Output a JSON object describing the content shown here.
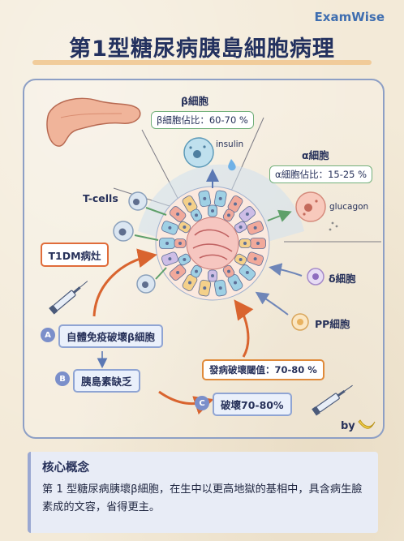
{
  "brand": "ExamWise",
  "title": "第1型糖尿病胰島細胞病理",
  "beta_cell": {
    "label": "β細胞",
    "ratio": "β細胞佔比：60-70 %",
    "product": "insulin"
  },
  "alpha_cell": {
    "label": "α細胞",
    "ratio": "α細胞佔比：15-25 %",
    "product": "glucagon"
  },
  "t_cells": "T-cells",
  "t1dm": "T1DM病灶",
  "delta_cell": "δ細胞",
  "pp_cell": "PP細胞",
  "steps": [
    {
      "badge": "A",
      "label": "自體免疫破壞β細胞"
    },
    {
      "badge": "B",
      "label": "胰島素缺乏"
    },
    {
      "badge": "C",
      "label": "破壞70-80%"
    }
  ],
  "threshold": "發病破壞閾值：70-80 %",
  "by": "by",
  "core": {
    "title": "核心概念",
    "text": "第 1 型糖尿病胰壞β細胞，在生中以更高地獄的基相中，具含病生臉素成的文容，省得更主。"
  },
  "colors": {
    "accent": "#e06c3a",
    "navy": "#23315f",
    "beta": "#8fc4da",
    "alpha": "#f2c46f",
    "green": "#72b07a"
  }
}
